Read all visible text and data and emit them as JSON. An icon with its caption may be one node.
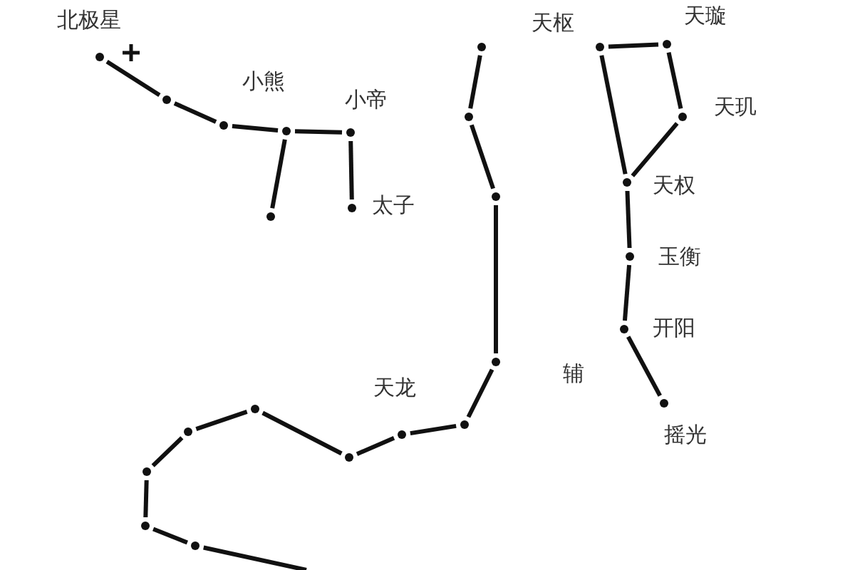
{
  "diagram": {
    "nodes": [
      {
        "text": [],
        "shape": "circle",
        "beside": [
          "北极星"
        ]
      },
      {
        "text": [],
        "shape": "circle"
      },
      {
        "text": [],
        "shape": "circle"
      },
      {
        "text": [],
        "shape": "circle"
      },
      {
        "text": [],
        "shape": "circle",
        "beside": [
          "小帝"
        ]
      },
      {
        "text": [],
        "shape": "circle"
      },
      {
        "text": [],
        "shape": "circle",
        "beside": [
          "太子"
        ]
      },
      {
        "text": [],
        "shape": "circle"
      },
      {
        "text": [],
        "shape": "circle"
      },
      {
        "text": [],
        "shape": "circle"
      },
      {
        "text": [],
        "shape": "circle"
      },
      {
        "text": [],
        "shape": "circle"
      },
      {
        "text": [],
        "shape": "circle"
      },
      {
        "text": [],
        "shape": "circle"
      },
      {
        "text": [],
        "shape": "circle"
      },
      {
        "text": [],
        "shape": "circle"
      },
      {
        "text": [],
        "shape": "circle"
      },
      {
        "text": [],
        "shape": "circle"
      },
      {
        "text": [],
        "shape": "circle"
      },
      {
        "text": [],
        "shape": "circle",
        "beside": [
          "天枢"
        ]
      },
      {
        "text": [],
        "shape": "circle",
        "beside": [
          "天璇"
        ]
      },
      {
        "text": [],
        "shape": "circle",
        "beside": [
          "天玑"
        ]
      },
      {
        "text": [],
        "shape": "circle",
        "beside": [
          "天权"
        ]
      },
      {
        "text": [],
        "shape": "circle",
        "beside": [
          "玉衡"
        ]
      },
      {
        "text": [],
        "shape": "circle",
        "beside": [
          "开阳"
        ]
      },
      {
        "text": [],
        "shape": "circle",
        "beside": [
          "摇光"
        ]
      }
    ],
    "edges": [
      {
        "from": 0,
        "to": 1,
        "arrow": "none"
      },
      {
        "from": 1,
        "to": 2,
        "arrow": "none"
      },
      {
        "from": 2,
        "to": 3,
        "arrow": "none"
      },
      {
        "from": 3,
        "to": 4,
        "arrow": "none"
      },
      {
        "from": 3,
        "to": 5,
        "arrow": "none"
      },
      {
        "from": 4,
        "to": 6,
        "arrow": "none"
      },
      {
        "from": 7,
        "to": 8,
        "arrow": "none"
      },
      {
        "from": 8,
        "to": 9,
        "arrow": "none"
      },
      {
        "from": 9,
        "to": 10,
        "arrow": "none"
      },
      {
        "from": 10,
        "to": 11,
        "arrow": "none"
      },
      {
        "from": 11,
        "to": 12,
        "arrow": "none"
      },
      {
        "from": 12,
        "to": 13,
        "arrow": "none"
      },
      {
        "from": 13,
        "to": 14,
        "arrow": "none"
      },
      {
        "from": 14,
        "to": 15,
        "arrow": "none"
      },
      {
        "from": 15,
        "to": 16,
        "arrow": "none"
      },
      {
        "from": 16,
        "to": 17,
        "arrow": "none"
      },
      {
        "from": 17,
        "to": 18,
        "arrow": "none"
      },
      {
        "from": 18,
        "to": null,
        "arrow": "none"
      },
      {
        "from": 19,
        "to": 20,
        "arrow": "none"
      },
      {
        "from": 20,
        "to": 21,
        "arrow": "none"
      },
      {
        "from": 21,
        "to": 22,
        "arrow": "none"
      },
      {
        "from": 19,
        "to": 22,
        "arrow": "none"
      },
      {
        "from": 22,
        "to": 23,
        "arrow": "none"
      },
      {
        "from": 23,
        "to": 24,
        "arrow": "none"
      },
      {
        "from": 24,
        "to": 25,
        "arrow": "none"
      }
    ],
    "labels": [
      "小熊",
      "天龙",
      "辅"
    ]
  }
}
